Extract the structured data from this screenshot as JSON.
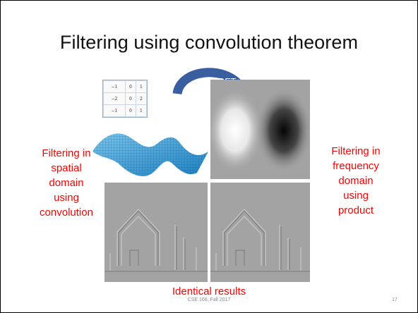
{
  "title": "Filtering using convolution theorem",
  "kernel": {
    "rows": [
      [
        "−1",
        "0",
        "1"
      ],
      [
        "−2",
        "0",
        "2"
      ],
      [
        "−1",
        "0",
        "1"
      ]
    ]
  },
  "arrow": {
    "label": "DFT"
  },
  "left_label": [
    "Filtering in",
    "spatial",
    "domain",
    "using",
    "convolution"
  ],
  "right_label": [
    "Filtering in",
    "frequency",
    "domain",
    "using",
    "product"
  ],
  "bottom_label": "Identical results",
  "footer": "CSE 166, Fall 2017",
  "page_number": "17",
  "colors": {
    "accent_text": "#ff0000",
    "arrow": "#3a5fa0",
    "surface": "#3b9bd4"
  }
}
